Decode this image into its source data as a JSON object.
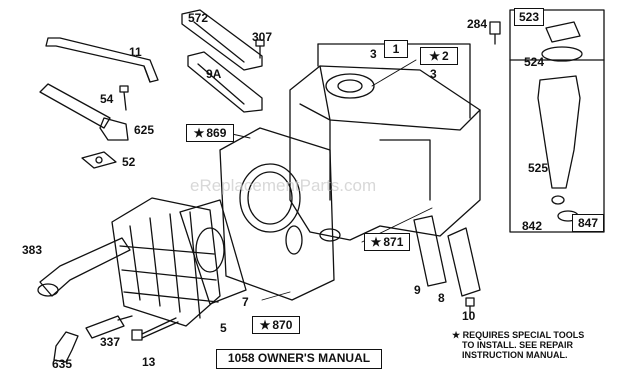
{
  "watermark": "eReplacementParts.com",
  "parts": {
    "p572": "572",
    "p307": "307",
    "p284": "284",
    "p523": "523",
    "p11": "11",
    "p3a": "3",
    "p1": "1",
    "p2": "2",
    "p3b": "3",
    "p524": "524",
    "p9a": "9A",
    "p54": "54",
    "p625": "625",
    "p869": "869",
    "p52": "52",
    "p525": "525",
    "p842": "842",
    "p847": "847",
    "p871": "871",
    "p383": "383",
    "p7": "7",
    "p9": "9",
    "p8": "8",
    "p10": "10",
    "p870": "870",
    "p5": "5",
    "p337": "337",
    "p13": "13",
    "p635": "635"
  },
  "star_symbol": "★",
  "manual_label": "1058 OWNER'S MANUAL",
  "note": {
    "line1": "★ REQUIRES SPECIAL TOOLS",
    "line2": "TO INSTALL.  SEE REPAIR",
    "line3": "INSTRUCTION MANUAL."
  }
}
